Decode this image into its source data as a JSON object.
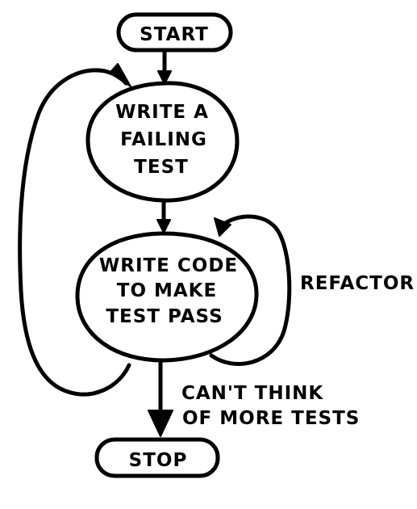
{
  "diagram": {
    "type": "flowchart",
    "ink_color": "#000000",
    "nodes": {
      "start": "START",
      "write_failing_test": [
        "WRITE A",
        "FAILING",
        "TEST"
      ],
      "write_code": [
        "WRITE CODE",
        "TO MAKE",
        "TEST PASS"
      ],
      "stop": "STOP"
    },
    "edge_labels": {
      "refactor": "REFACTOR",
      "cant_think": [
        "CAN'T THINK",
        "OF MORE TESTS"
      ]
    }
  }
}
